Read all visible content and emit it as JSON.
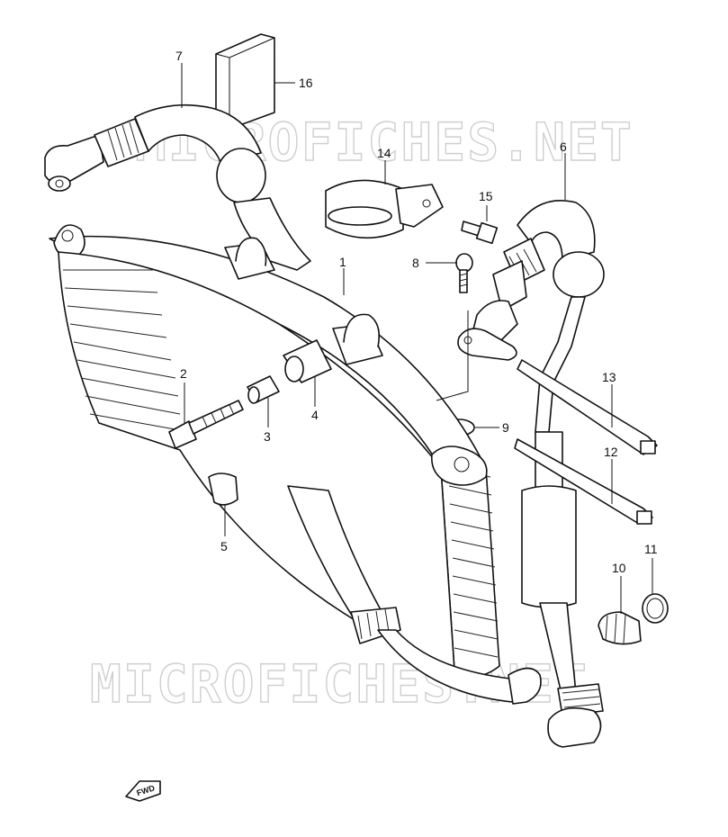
{
  "watermark": "MICROFICHES.NET",
  "fwd_label": "FWD",
  "callouts": {
    "c1": "1",
    "c2": "2",
    "c3": "3",
    "c4": "4",
    "c5": "5",
    "c6": "6",
    "c7": "7",
    "c8": "8",
    "c9": "9",
    "c10": "10",
    "c11": "11",
    "c12": "12",
    "c13": "13",
    "c14": "14",
    "c15": "15",
    "c16": "16"
  }
}
